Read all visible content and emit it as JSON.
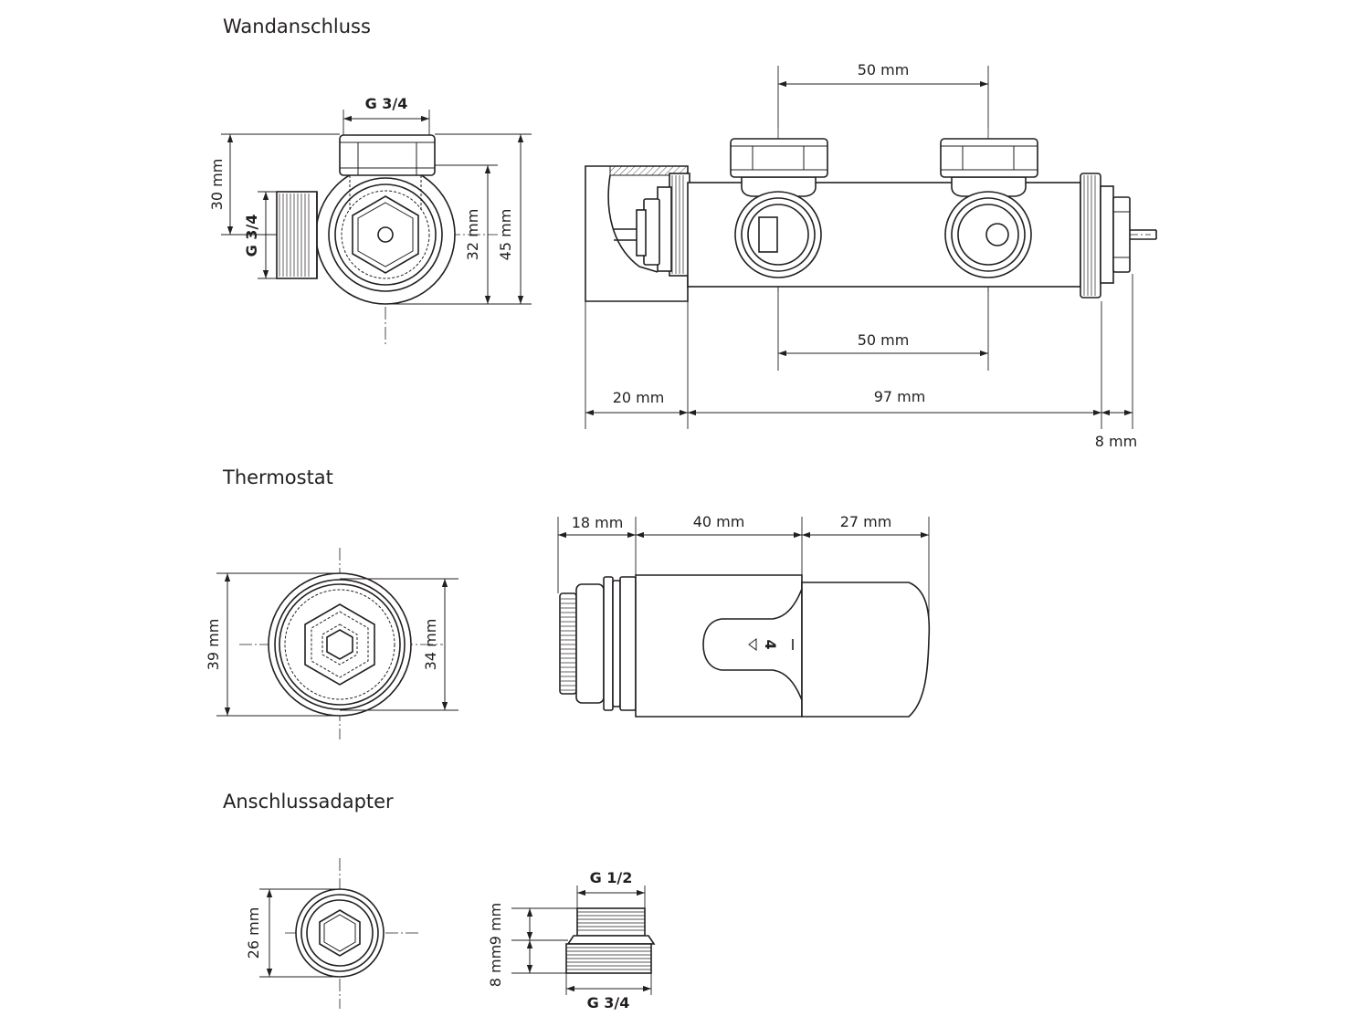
{
  "sections": {
    "wall_connection": {
      "title": "Wandanschluss"
    },
    "thermostat": {
      "title": "Thermostat"
    },
    "adapter": {
      "title": "Anschlussadapter"
    }
  },
  "wall_connection_side": {
    "thread_top": "G 3/4",
    "thread_left": "G 3/4",
    "dim_30": "30 mm",
    "dim_32": "32 mm",
    "dim_45": "45 mm"
  },
  "wall_connection_front": {
    "spacing_top": "50 mm",
    "spacing_bottom": "50 mm",
    "dim_20": "20 mm",
    "dim_97": "97 mm",
    "dim_8": "8 mm"
  },
  "thermostat_front": {
    "dim_39": "39 mm",
    "dim_34": "34 mm"
  },
  "thermostat_side": {
    "dim_18": "18 mm",
    "dim_40": "40 mm",
    "dim_27": "27 mm",
    "scale_mark": "4"
  },
  "adapter_front": {
    "dim_26": "26 mm"
  },
  "adapter_side": {
    "thread_top": "G 1/2",
    "thread_bottom": "G 3/4",
    "dim_9": "9 mm",
    "dim_8": "8 mm"
  }
}
